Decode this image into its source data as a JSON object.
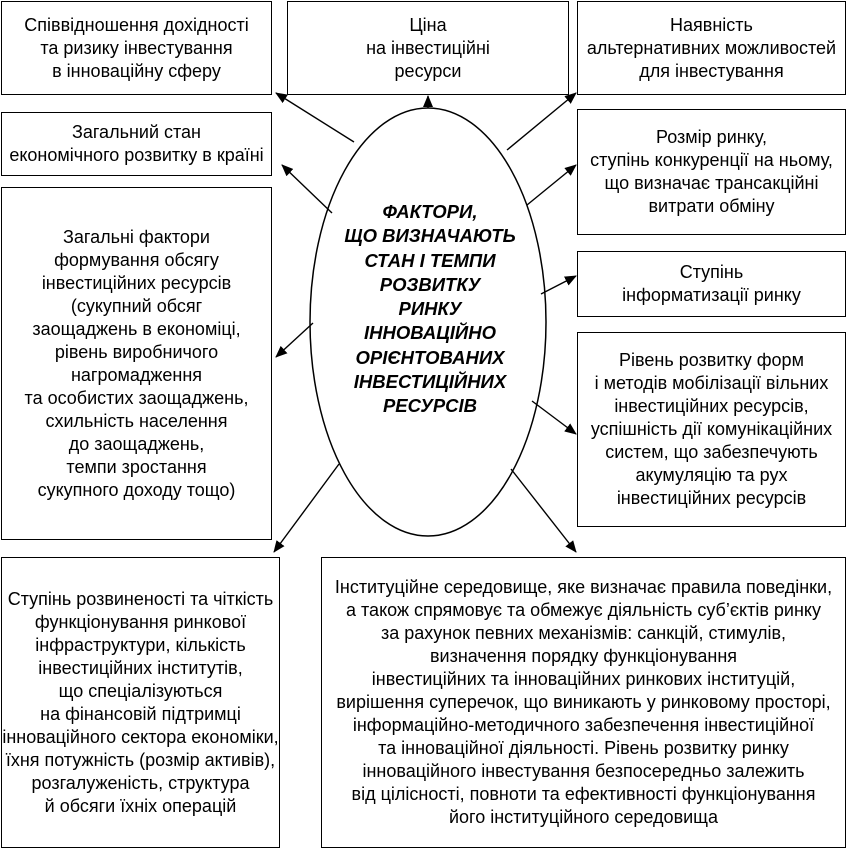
{
  "center": {
    "lines": [
      "ФАКТОРИ,",
      "ЩО ВИЗНАЧАЮТЬ",
      "СТАН І ТЕМПИ",
      "РОЗВИТКУ",
      "РИНКУ",
      "ІННОВАЦІЙНО",
      "ОРІЄНТОВАНИХ",
      "ІНВЕСТИЦІЙНИХ",
      "РЕСУРСІВ"
    ]
  },
  "factors": {
    "risk_return": [
      "Співвідношення дохідності",
      "та ризику інвестування",
      "в інноваційну сферу"
    ],
    "price": [
      "Ціна",
      "на інвестиційні",
      "ресурси"
    ],
    "alternatives": [
      "Наявність",
      "альтернативних можливостей",
      "для інвестування"
    ],
    "general_state": [
      "Загальний стан",
      "економічного розвитку в країні"
    ],
    "market_size": [
      "Розмір ринку,",
      "ступінь конкуренції на ньому,",
      "що визначає трансакційні",
      "витрати обміну"
    ],
    "general_factors": [
      "Загальні фактори",
      "формування обсягу",
      "інвестиційних ресурсів",
      "(сукупний обсяг",
      "заощаджень в економіці,",
      "рівень виробничого",
      "нагромадження",
      "та особистих заощаджень,",
      "схильність населення",
      "до заощаджень,",
      "темпи зростання",
      "сукупного доходу тощо)"
    ],
    "informatization": [
      "Ступінь",
      "інформатизації ринку"
    ],
    "mobilization": [
      "Рівень розвитку форм",
      "і методів мобілізації вільних",
      "інвестиційних ресурсів,",
      "успішність дії комунікаційних",
      "систем, що забезпечують",
      "акумуляцію та рух",
      "інвестиційних ресурсів"
    ],
    "infrastructure": [
      "Ступінь розвиненості та чіткість",
      "функціонування ринкової",
      "інфраструктури, кількість",
      "інвестиційних інститутів,",
      "що спеціалізуються",
      "на фінансовій підтримці",
      "інноваційного сектора економіки,",
      "їхня потужність (розмір активів),",
      "розгалуженість, структура",
      "й обсяги їхніх операцій"
    ],
    "institutional": [
      "Інституційне середовище, яке визначає правила поведінки,",
      "а також спрямовує та обмежує діяльність суб’єктів ринку",
      "за рахунок певних механізмів: санкцій, стимулів,",
      "визначення порядку функціонування",
      "інвестиційних та інноваційних ринкових інституцій,",
      "вирішення суперечок, що виникають у ринковому просторі,",
      "інформаційно-методичного забезпечення інвестиційної",
      "та інноваційної діяльності. Рівень розвитку ринку",
      "інноваційного інвестування безпосередньо залежить",
      "від цілісності, повноти та ефективності функціонування",
      "його інституційного середовища"
    ]
  }
}
